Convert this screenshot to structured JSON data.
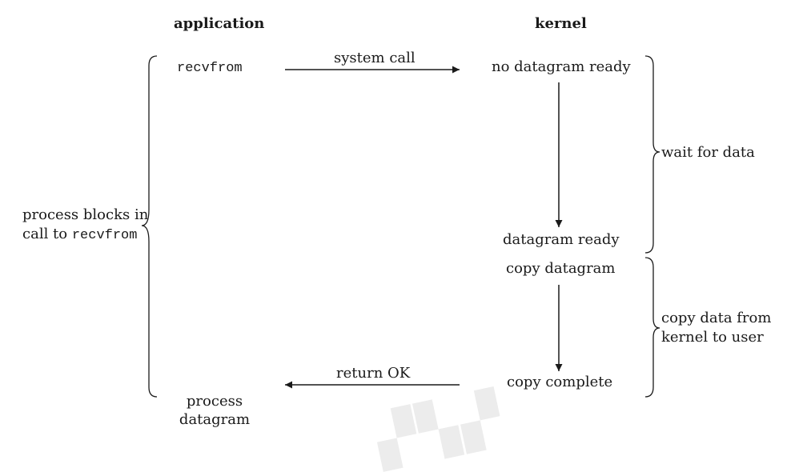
{
  "headers": {
    "application": "application",
    "kernel": "kernel"
  },
  "application": {
    "call": "recvfrom",
    "blocks_line1": "process blocks in",
    "blocks_line2_prefix": "call to ",
    "blocks_line2_code": "recvfrom",
    "process_line1": "process",
    "process_line2": "datagram"
  },
  "arrows": {
    "system_call": "system call",
    "return_ok": "return OK"
  },
  "kernel": {
    "no_datagram_ready": "no datagram ready",
    "datagram_ready": "datagram ready",
    "copy_datagram": "copy datagram",
    "copy_complete": "copy complete"
  },
  "phases": {
    "wait_for_data": "wait for data",
    "copy_line1": "copy data from",
    "copy_line2": "kernel to user"
  },
  "colors": {
    "ink": "#1a1a1a",
    "watermark": "#969696"
  }
}
